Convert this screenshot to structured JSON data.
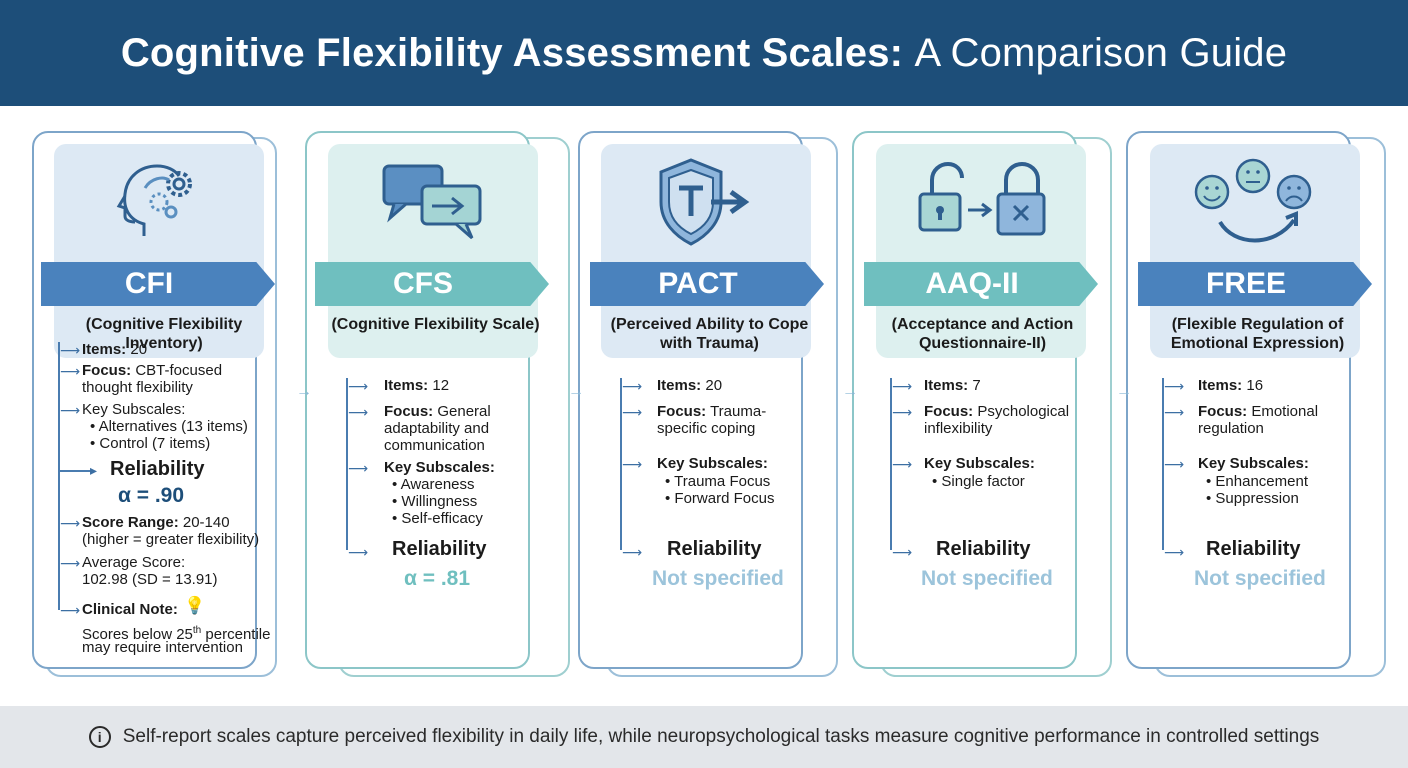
{
  "header": {
    "title_bold": "Cognitive Flexibility Assessment Scales:",
    "title_light": "A Comparison Guide"
  },
  "scales": [
    {
      "abbr": "CFI",
      "full": "(Cognitive Flexibility Inventory)",
      "items_label": "Items:",
      "items_value": "20",
      "focus_label": "Focus:",
      "focus_value": "CBT-focused thought flexibility",
      "subscales_label": "Key Subscales:",
      "subscales": [
        "• Alternatives (13 items)",
        "• Control (7 items)"
      ],
      "reliability_label": "Reliability",
      "reliability_value": "α = .90",
      "score_range_label": "Score Range:",
      "score_range_value": "20-140",
      "score_range_note": "(higher = greater flexibility)",
      "average_label": "Average Score:",
      "average_value": "102.98 (SD = 13.91)",
      "clinical_label": "Clinical Note:",
      "clinical_text_a": "Scores below 25",
      "clinical_text_sup": "th",
      "clinical_text_b": " percentile",
      "clinical_text_c": "may require intervention",
      "icon": "head-gears-icon"
    },
    {
      "abbr": "CFS",
      "full": "(Cognitive Flexibility Scale)",
      "items_label": "Items:",
      "items_value": "12",
      "focus_label": "Focus:",
      "focus_value": "General adaptability and communication",
      "subscales_label": "Key Subscales:",
      "subscales": [
        "• Awareness",
        "• Willingness",
        "• Self-efficacy"
      ],
      "reliability_label": "Reliability",
      "reliability_value": "α = .81",
      "icon": "speech-bubbles-icon"
    },
    {
      "abbr": "PACT",
      "full": "(Perceived Ability to Cope with Trauma)",
      "items_label": "Items:",
      "items_value": "20",
      "focus_label": "Focus:",
      "focus_value": "Trauma-specific coping",
      "subscales_label": "Key Subscales:",
      "subscales": [
        "• Trauma Focus",
        "• Forward Focus"
      ],
      "reliability_label": "Reliability",
      "reliability_value": "Not specified",
      "icon": "shield-t-icon"
    },
    {
      "abbr": "AAQ-II",
      "full": "(Acceptance and Action Questionnaire-II)",
      "items_label": "Items:",
      "items_value": "7",
      "focus_label": "Focus:",
      "focus_value": "Psychological inflexibility",
      "subscales_label": "Key Subscales:",
      "subscales": [
        "• Single factor"
      ],
      "reliability_label": "Reliability",
      "reliability_value": "Not specified",
      "icon": "locks-icon"
    },
    {
      "abbr": "FREE",
      "full": "(Flexible Regulation of Emotional Expression)",
      "items_label": "Items:",
      "items_value": "16",
      "focus_label": "Focus:",
      "focus_value": "Emotional regulation",
      "subscales_label": "Key Subscales:",
      "subscales": [
        "• Enhancement",
        "• Suppression"
      ],
      "reliability_label": "Reliability",
      "reliability_value": "Not specified",
      "icon": "faces-icon"
    }
  ],
  "footer": {
    "icon": "info-icon",
    "icon_glyph": "i",
    "text": "Self-report scales capture perceived flexibility in daily life, while neuropsychological tasks measure cognitive performance in controlled settings"
  },
  "colors": {
    "header": "#1d4e79",
    "blue": "#4a82bd",
    "teal": "#6fbfbf",
    "muted": "#9cc4db"
  }
}
